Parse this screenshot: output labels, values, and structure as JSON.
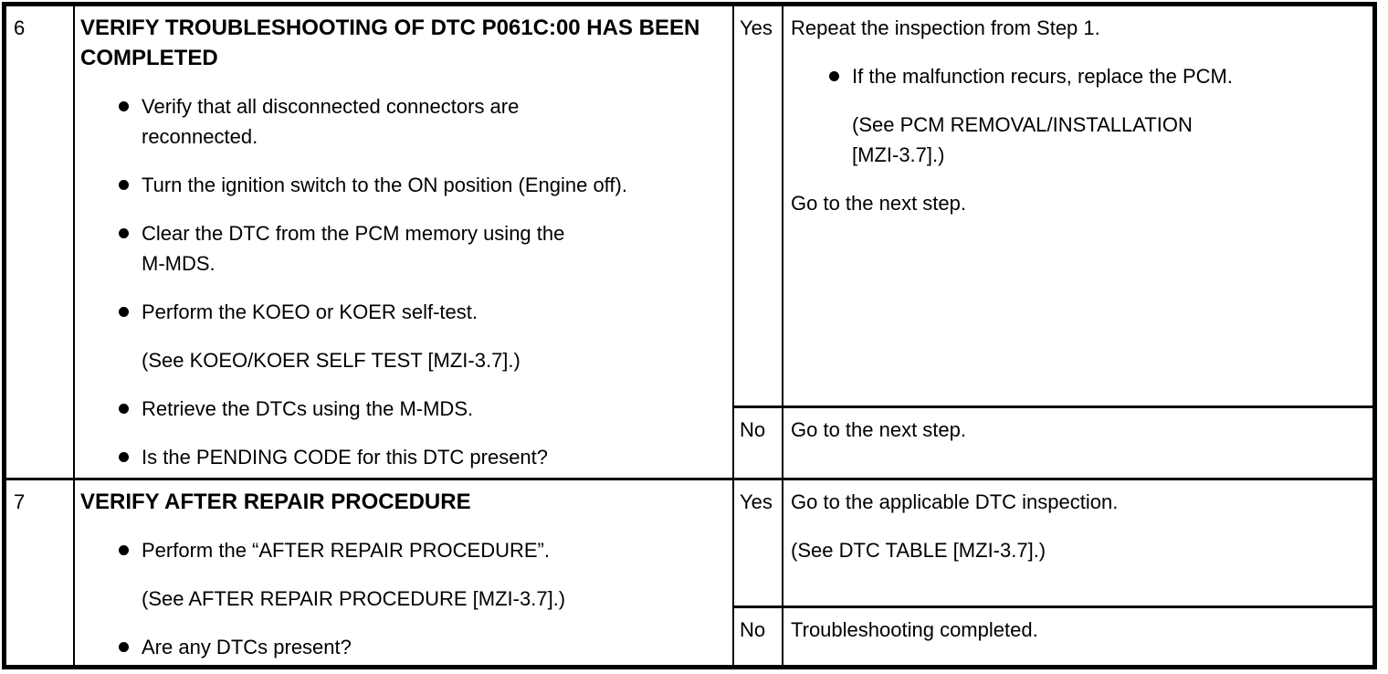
{
  "document_type": "troubleshooting-diagnostic-table",
  "colors": {
    "text": "#000000",
    "border": "#000000",
    "background": "#ffffff"
  },
  "icons": {
    "bullet": "filled-circle"
  },
  "table": {
    "rows": [
      {
        "step": "6",
        "inspection": {
          "title_lines": [
            "VERIFY TROUBLESHOOTING OF DTC P061C:00 HAS BEEN",
            "COMPLETED"
          ],
          "items": [
            {
              "kind": "bullet",
              "lines": [
                "Verify that all disconnected connectors are",
                "reconnected."
              ]
            },
            {
              "kind": "bullet",
              "lines": [
                "Turn the ignition switch to the ON position (Engine off)."
              ]
            },
            {
              "kind": "bullet",
              "lines": [
                "Clear the DTC from the PCM memory using the",
                "M-MDS."
              ]
            },
            {
              "kind": "bullet",
              "lines": [
                "Perform the KOEO or KOER self-test."
              ]
            },
            {
              "kind": "ref",
              "lines": [
                "(See KOEO/KOER SELF TEST [MZI-3.7].)"
              ]
            },
            {
              "kind": "bullet",
              "lines": [
                "Retrieve the DTCs using the M-MDS."
              ]
            },
            {
              "kind": "bullet",
              "lines": [
                "Is the PENDING CODE for this DTC present?"
              ]
            }
          ]
        },
        "branches": [
          {
            "label": "Yes",
            "items": [
              {
                "kind": "plain",
                "lines": [
                  "Repeat the inspection from Step 1."
                ]
              },
              {
                "kind": "bullet",
                "lines": [
                  "If the malfunction recurs, replace the PCM."
                ]
              },
              {
                "kind": "ref",
                "lines": [
                  "(See PCM REMOVAL/INSTALLATION",
                  "[MZI-3.7].)"
                ]
              },
              {
                "kind": "plain",
                "lines": [
                  "Go to the next step."
                ]
              }
            ]
          },
          {
            "label": "No",
            "items": [
              {
                "kind": "plain",
                "lines": [
                  "Go to the next step."
                ]
              }
            ]
          }
        ]
      },
      {
        "step": "7",
        "inspection": {
          "title_lines": [
            "VERIFY AFTER REPAIR PROCEDURE"
          ],
          "items": [
            {
              "kind": "bullet",
              "lines": [
                "Perform the “AFTER REPAIR PROCEDURE”."
              ]
            },
            {
              "kind": "ref",
              "lines": [
                "(See AFTER REPAIR PROCEDURE [MZI-3.7].)"
              ]
            },
            {
              "kind": "bullet",
              "lines": [
                "Are any DTCs present?"
              ]
            }
          ]
        },
        "branches": [
          {
            "label": "Yes",
            "items": [
              {
                "kind": "plain",
                "lines": [
                  "Go to the applicable DTC inspection."
                ]
              },
              {
                "kind": "plain",
                "lines": [
                  "(See DTC TABLE [MZI-3.7].)"
                ]
              }
            ]
          },
          {
            "label": "No",
            "items": [
              {
                "kind": "plain",
                "lines": [
                  "Troubleshooting completed."
                ]
              }
            ]
          }
        ]
      }
    ]
  }
}
